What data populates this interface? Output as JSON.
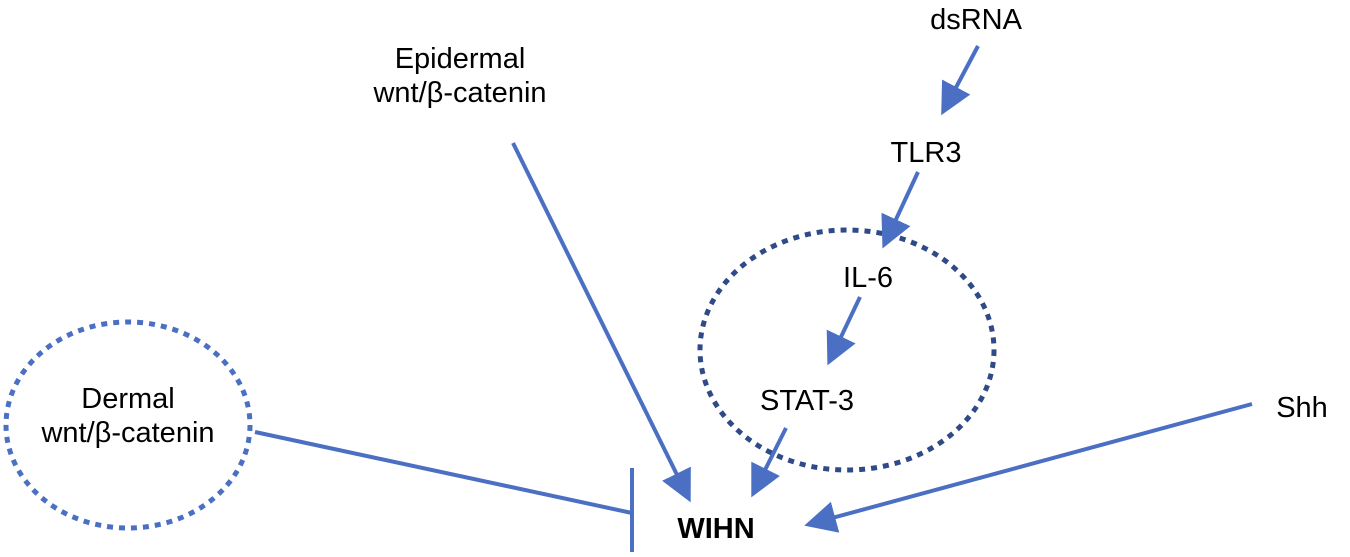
{
  "diagram": {
    "colors": {
      "arrow": "#4a6fc3",
      "dotted_circle_inner": "#2f4a86",
      "dotted_circle_outer": "#4a6fc3",
      "text": "#000000"
    },
    "nodes": {
      "dsrna": {
        "label": "dsRNA"
      },
      "tlr3": {
        "label": "TLR3"
      },
      "il6": {
        "label": "IL-6"
      },
      "stat3": {
        "label": "STAT-3"
      },
      "shh": {
        "label": "Shh"
      },
      "wihn": {
        "label": "WIHN"
      },
      "epidermal": {
        "line1": "Epidermal",
        "line2": "wnt/β-catenin"
      },
      "dermal": {
        "line1": "Dermal",
        "line2": "wnt/β-catenin"
      }
    },
    "edges": [
      {
        "from": "dsRNA",
        "to": "TLR3",
        "type": "activation"
      },
      {
        "from": "TLR3",
        "to": "IL-6",
        "type": "activation"
      },
      {
        "from": "IL-6",
        "to": "STAT-3",
        "type": "activation"
      },
      {
        "from": "STAT-3",
        "to": "WIHN",
        "type": "activation"
      },
      {
        "from": "Epidermal wnt/β-catenin",
        "to": "WIHN",
        "type": "activation"
      },
      {
        "from": "Shh",
        "to": "WIHN",
        "type": "activation"
      },
      {
        "from": "Dermal wnt/β-catenin",
        "to": "WIHN",
        "type": "inhibition"
      }
    ]
  }
}
